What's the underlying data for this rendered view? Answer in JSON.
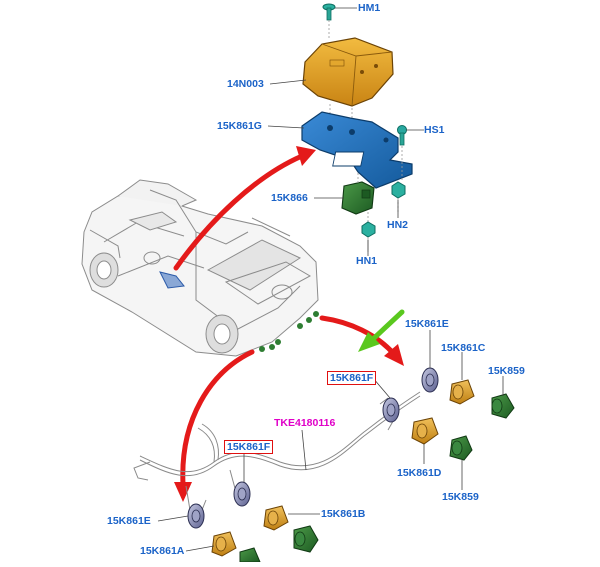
{
  "labels": {
    "hm1": "HM1",
    "n14n003": "14N003",
    "n15k861g": "15K861G",
    "hs1": "HS1",
    "n15k866": "15K866",
    "hn2": "HN2",
    "hn1": "HN1",
    "n15k861e_right": "15K861E",
    "n15k861c": "15K861C",
    "n15k861f_right": "15K861F",
    "n15k859_top": "15K859",
    "tke4180116": "TKE4180116",
    "n15k861f_left": "15K861F",
    "n15k861d": "15K861D",
    "n15k859_bottom": "15K859",
    "n15k861e_left": "15K861E",
    "n15k861b": "15K861B",
    "n15k861a": "15K861A"
  },
  "colors": {
    "label_blue": "#1b63c8",
    "harness_magenta": "#e000c8",
    "arrow_red": "#e41a1a",
    "arrow_green": "#5ac81e",
    "module_cover_orange": "#e0a024",
    "bracket_blue": "#1f6fb8",
    "sensor_green": "#2e7d32",
    "sensor_housing_purple": "#7a7fa8",
    "bezel_orange": "#d99a26",
    "highlight_box_red": "#e01010"
  },
  "icons": {
    "vehicle": "pickup-truck-xray-icon",
    "module_cover": "module-cover-icon",
    "bracket": "mounting-bracket-icon",
    "module": "parking-aid-module-icon",
    "sensor": "parking-sensor-icon"
  }
}
